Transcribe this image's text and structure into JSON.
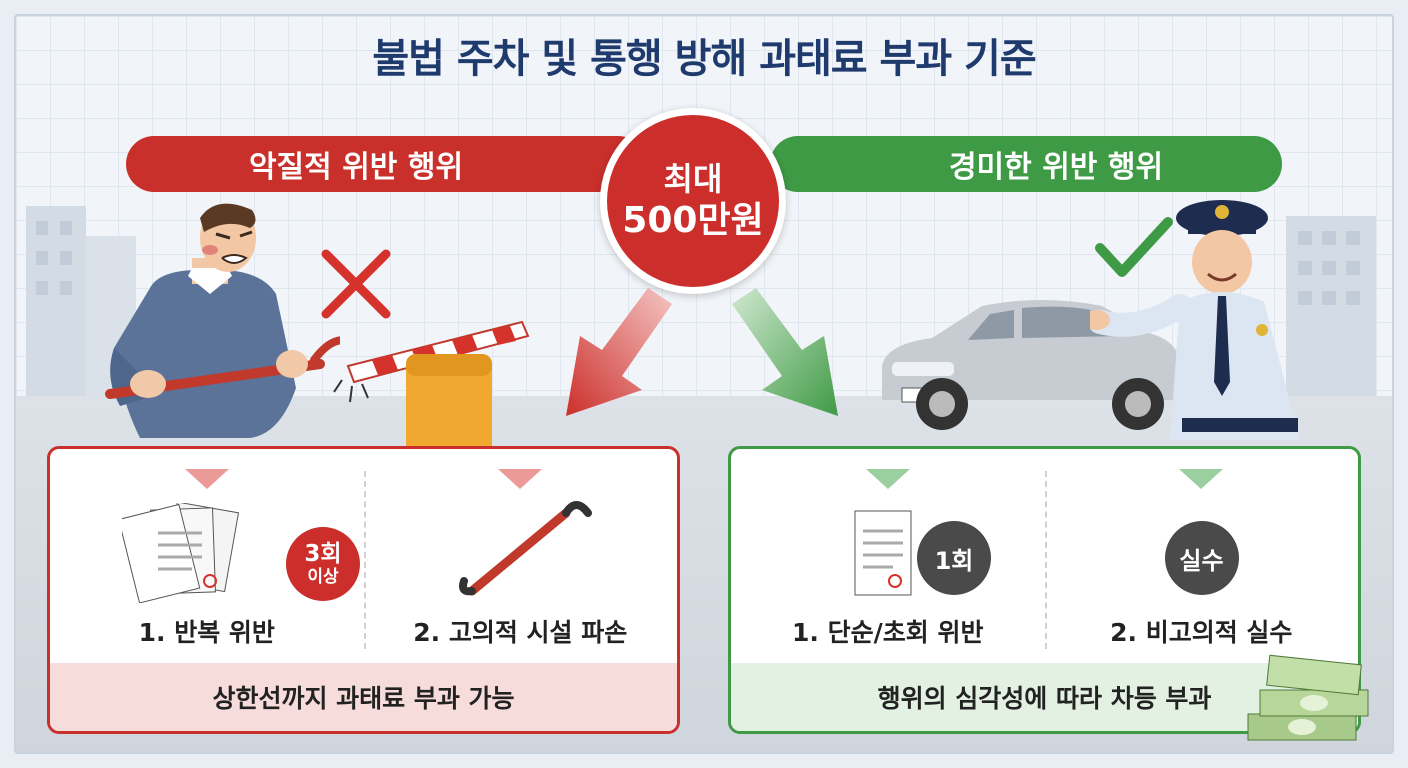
{
  "title": "불법 주차 및 통행 방해 과태료 부과 기준",
  "center": {
    "line1": "최대",
    "line2": "500만원"
  },
  "left": {
    "header": "악질적 위반 행위",
    "items": [
      {
        "label": "1. 반복 위반",
        "badge_line1": "3회",
        "badge_line2": "이상"
      },
      {
        "label": "2. 고의적 시설 파손"
      }
    ],
    "footer": "상한선까지 과태료 부과 가능"
  },
  "right": {
    "header": "경미한 위반 행위",
    "items": [
      {
        "label": "1. 단순/초회 위반",
        "badge": "1회"
      },
      {
        "label": "2. 비고의적 실수",
        "badge": "실수"
      }
    ],
    "footer": "행위의 심각성에 따라 차등 부과"
  },
  "colors": {
    "violation_red": "#c9302c",
    "minor_green": "#3f9a45",
    "title_navy": "#1f3b6e"
  },
  "icons": [
    "cross-icon",
    "check-icon",
    "tickets-icon",
    "crowbar-icon",
    "ticket-icon",
    "cash-icon",
    "angry-man-icon",
    "police-officer-icon",
    "car-icon",
    "barrier-icon"
  ]
}
